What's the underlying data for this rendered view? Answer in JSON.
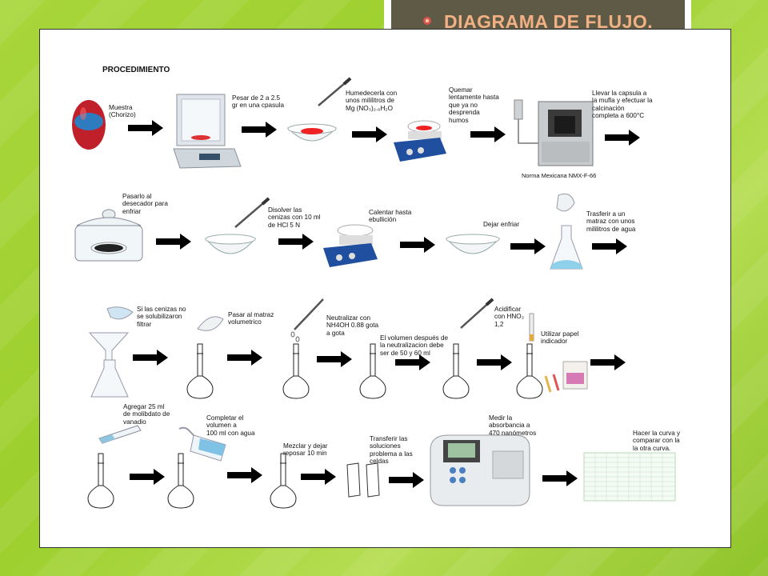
{
  "slide": {
    "title": "DIAGRAMA DE FLUJO."
  },
  "diagram": {
    "heading": "PROCEDIMIENTO",
    "row1": {
      "muestra": "Muestra\n(Chorizo)",
      "pesar": "Pesar de 2 a 2.5\ngr en una cpasula",
      "humedecer": "Humedecerla con\nunos mililitros de\nMg (NO₃)₂.₆H₂O",
      "quemar": "Quemar\nlentamente  hasta\nque ya no\ndesprenda\nhumos",
      "llevar": "Llevar la capsula a\nla mufla y efectuar la\ncalcinación\ncompleta a 600°C",
      "norma": "Norma Mexicana NMX-F-66"
    },
    "row2": {
      "pasarlo": "Pasarlo al\ndesecador para\nenfriar",
      "disolver": "Disolver las\ncenizas con 10 ml\nde HCl 5 N",
      "calentar": "Calentar hasta\nebullición",
      "dejar": "Dejar enfriar",
      "transferir": "Trasferir a un\nmatraz con unos\nmililitros de agua"
    },
    "row3": {
      "si_cenizas": "Si las cenizas no\nse solubilizaron\nfiltrar",
      "pasar_matraz": "Pasar al matraz\nvolumetrico",
      "neutralizar": "Neutralizar con\nNH4OH 0.88 gota\na gota",
      "volumen": "El volumen después de\nla neutralizacion debe\nser de 50 y 60 ml",
      "acidificar": "Acidificar\ncon HNO₃\n1,2",
      "papel": "Utilizar papel\nindicador"
    },
    "row4": {
      "agregar": "Agregar 25 ml\nde molibdato de\nvanadio",
      "completar": "Completar el\nvolumen a\n100 ml con agua",
      "mezclar": "Mezclar y dejar\nreposar 10 min",
      "transferir_sol": "Transferir las\nsoluciones\nproblema a las\nceldas",
      "medir": "Medir la\nabsorbancia a\n470 nanómetros",
      "curva": "Hacer la curva y\ncomparar con la\nla otra curva."
    }
  },
  "colors": {
    "background": "#9ccf2d",
    "title_bg": "#5e5a45",
    "title_text": "#f2b184",
    "arrow": "#000000"
  }
}
